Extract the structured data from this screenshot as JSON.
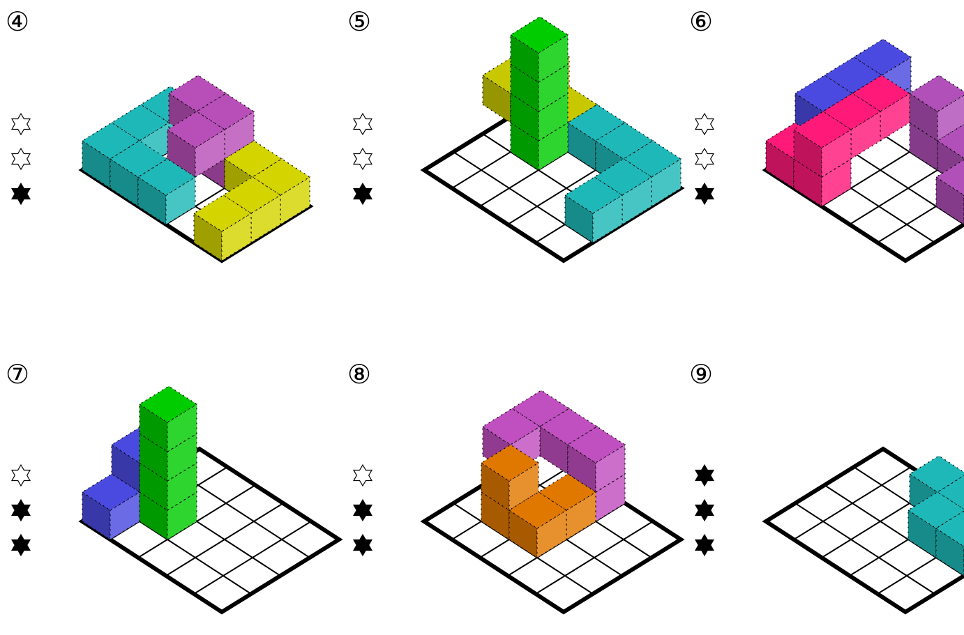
{
  "puzzles": [
    {
      "number": "④",
      "stars": [
        "empty",
        "empty",
        "filled"
      ],
      "board": [
        5,
        3
      ],
      "pieces": [
        {
          "name": "teal-piece",
          "color": "#1fb8b8",
          "cubes": [
            [
              0,
              0,
              0
            ],
            [
              0,
              1,
              0
            ],
            [
              0,
              2,
              0
            ],
            [
              1,
              0,
              0
            ],
            [
              2,
              0,
              0
            ]
          ]
        },
        {
          "name": "magenta-piece",
          "color": "#b84fb8",
          "cubes": [
            [
              2,
              2,
              0
            ],
            [
              2,
              2,
              1
            ],
            [
              1,
              2,
              1
            ],
            [
              2,
              1,
              1
            ]
          ]
        },
        {
          "name": "yellow-piece",
          "color": "#d4d400",
          "cubes": [
            [
              4,
              2,
              0
            ],
            [
              3,
              2,
              0
            ],
            [
              4,
              1,
              0
            ],
            [
              4,
              0,
              0
            ]
          ]
        }
      ]
    },
    {
      "number": "⑤",
      "stars": [
        "empty",
        "empty",
        "filled"
      ],
      "board": [
        5,
        4
      ],
      "pieces": [
        {
          "name": "yellow-piece",
          "color": "#c8c800",
          "cubes": [
            [
              0,
              3,
              0
            ],
            [
              0,
              3,
              1
            ],
            [
              0,
              2,
              1
            ],
            [
              1,
              3,
              0
            ]
          ]
        },
        {
          "name": "green-piece",
          "color": "#00cc00",
          "cubes": [
            [
              1,
              2,
              0
            ],
            [
              1,
              2,
              1
            ],
            [
              1,
              2,
              2
            ],
            [
              1,
              2,
              3
            ]
          ]
        },
        {
          "name": "teal-piece",
          "color": "#1fb8b8",
          "cubes": [
            [
              2,
              3,
              0
            ],
            [
              3,
              3,
              0
            ],
            [
              4,
              3,
              0
            ],
            [
              4,
              2,
              0
            ],
            [
              4,
              1,
              0
            ]
          ]
        }
      ]
    },
    {
      "number": "⑥",
      "stars": [
        "empty",
        "empty",
        "filled"
      ],
      "board": [
        5,
        4
      ],
      "pieces": [
        {
          "name": "blue-piece",
          "color": "#4a4ae0",
          "cubes": [
            [
              0,
              1,
              1
            ],
            [
              0,
              2,
              1
            ],
            [
              0,
              3,
              0
            ],
            [
              0,
              3,
              1
            ]
          ]
        },
        {
          "name": "pink-piece",
          "color": "#ff1a7a",
          "cubes": [
            [
              0,
              0,
              0
            ],
            [
              1,
              0,
              0
            ],
            [
              1,
              0,
              1
            ],
            [
              1,
              1,
              1
            ],
            [
              1,
              2,
              1
            ]
          ]
        },
        {
          "name": "purple-piece",
          "color": "#b050b8",
          "cubes": [
            [
              2,
              3,
              0
            ],
            [
              2,
              3,
              1
            ],
            [
              3,
              3,
              0
            ],
            [
              4,
              3,
              0
            ],
            [
              4,
              2,
              0
            ]
          ]
        }
      ]
    },
    {
      "number": "⑦",
      "stars": [
        "empty",
        "filled",
        "filled"
      ],
      "board": [
        5,
        4
      ],
      "pieces": [
        {
          "name": "blue-piece",
          "color": "#4a4ae0",
          "cubes": [
            [
              0,
              0,
              0
            ],
            [
              0,
              1,
              0
            ],
            [
              0,
              1,
              1
            ]
          ]
        },
        {
          "name": "green-piece",
          "color": "#00cc00",
          "cubes": [
            [
              1,
              1,
              0
            ],
            [
              1,
              1,
              1
            ],
            [
              1,
              1,
              2
            ],
            [
              1,
              1,
              3
            ]
          ]
        }
      ]
    },
    {
      "number": "⑧",
      "stars": [
        "empty",
        "filled",
        "filled"
      ],
      "board": [
        5,
        4
      ],
      "pieces": [
        {
          "name": "purple-piece",
          "color": "#c04fc0",
          "cubes": [
            [
              0,
              2,
              1
            ],
            [
              0,
              3,
              1
            ],
            [
              1,
              3,
              1
            ],
            [
              2,
              3,
              0
            ],
            [
              2,
              3,
              1
            ]
          ]
        },
        {
          "name": "orange-piece",
          "color": "#e07800",
          "cubes": [
            [
              1,
              1,
              0
            ],
            [
              1,
              1,
              1
            ],
            [
              2,
              1,
              0
            ],
            [
              2,
              2,
              0
            ]
          ]
        }
      ]
    },
    {
      "number": "⑨",
      "stars": [
        "filled",
        "filled",
        "filled"
      ],
      "board": [
        5,
        4
      ],
      "pieces": [
        {
          "name": "teal-piece",
          "color": "#1fb8b8",
          "cubes": [
            [
              2,
              3,
              0
            ],
            [
              3,
              3,
              0
            ],
            [
              3,
              2,
              0
            ],
            [
              4,
              2,
              0
            ]
          ]
        }
      ]
    }
  ]
}
